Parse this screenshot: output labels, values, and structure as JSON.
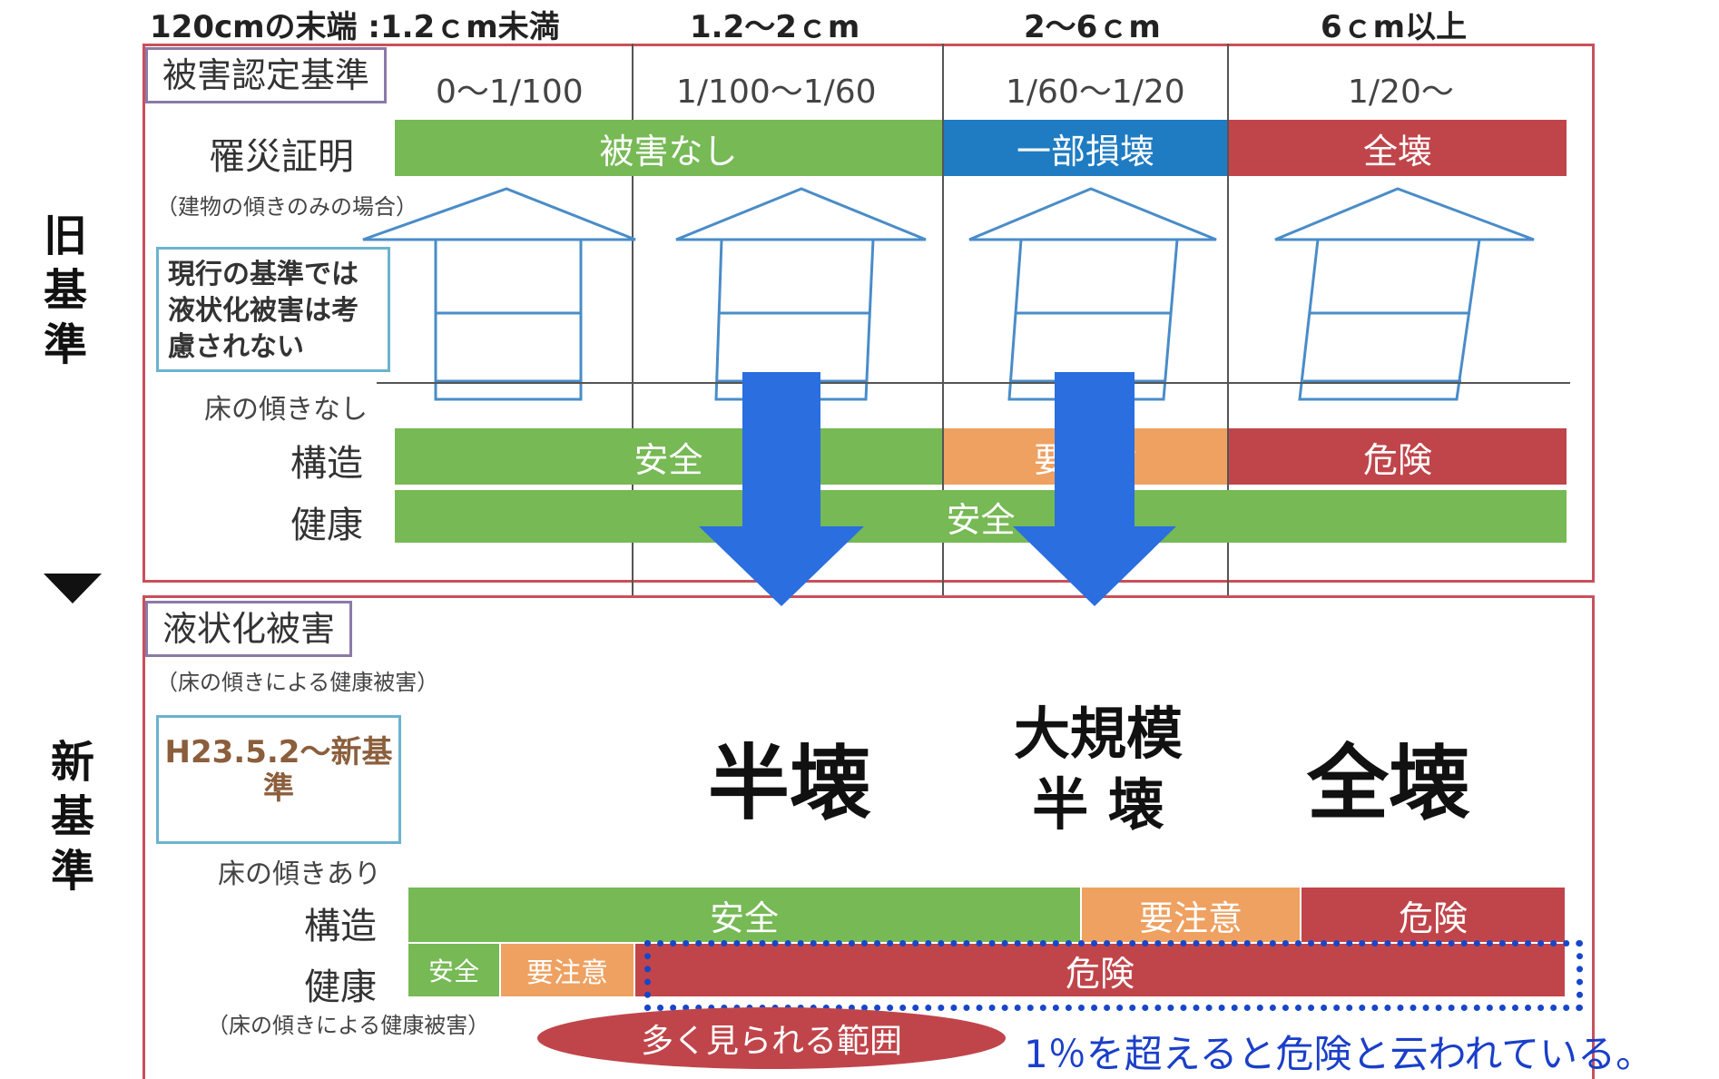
{
  "top_headers": [
    "120cmの末端 :1.2ｃm未満",
    "1.2～2ｃm",
    "2～6ｃm",
    "6ｃm以上"
  ],
  "old_panel": {
    "tag": "被害認定基準",
    "ratios": [
      "0～1/100",
      "1/100～1/60",
      "1/60～1/20",
      "1/20～"
    ],
    "risai_label": "罹災証明",
    "risai_sub": "（建物の傾きのみの場合）",
    "risai_bars": [
      "被害なし",
      "一部損壊",
      "全壊"
    ],
    "note": "現行の基準では液状化被害は考慮されない",
    "floor_label": "床の傾きなし",
    "structure_label": "構造",
    "structure_bars": [
      "安全",
      "要注意",
      "危険"
    ],
    "health_label": "健康",
    "health_bar": "安全"
  },
  "side_old": "旧基準",
  "side_new": "新基準",
  "new_panel": {
    "tag": "液状化被害",
    "sub": "（床の傾きによる健康被害）",
    "note": "H23.5.2～新基準",
    "floor_label": "床の傾きあり",
    "structure_label": "構造",
    "structure_bars": [
      "安全",
      "要注意",
      "危険"
    ],
    "health_label": "健康",
    "health_sub": "（床の傾きによる健康被害）",
    "health_bars": [
      "安全",
      "要注意",
      "危険"
    ],
    "ellipse_label": "多く見られる範囲",
    "big_labels": [
      "半壊",
      "大規模半 壊",
      "全壊"
    ]
  },
  "footnote": "1％を超えると危険と云われている。",
  "colors": {
    "green": "#76b955",
    "blue": "#1f7cc2",
    "red": "#c0454a",
    "orange": "#eea161",
    "arrow": "#2a6ee0",
    "frame": "#c9505a"
  }
}
